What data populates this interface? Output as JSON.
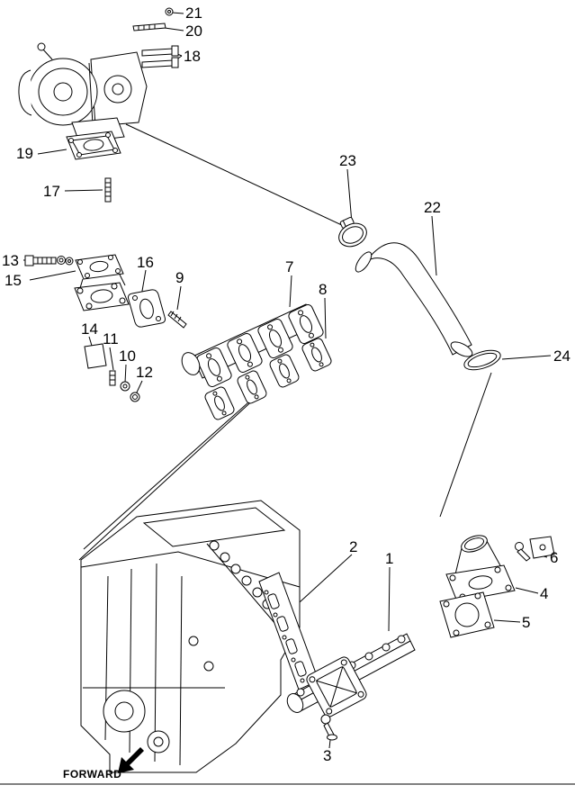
{
  "diagram": {
    "background_color": "#ffffff",
    "line_color": "#000000",
    "forward_label": "FORWARD",
    "callouts": {
      "c1": {
        "label": "1"
      },
      "c2": {
        "label": "2"
      },
      "c3": {
        "label": "3"
      },
      "c4": {
        "label": "4"
      },
      "c5": {
        "label": "5"
      },
      "c6": {
        "label": "6"
      },
      "c7": {
        "label": "7"
      },
      "c8": {
        "label": "8"
      },
      "c9": {
        "label": "9"
      },
      "c10": {
        "label": "10"
      },
      "c11": {
        "label": "11"
      },
      "c12": {
        "label": "12"
      },
      "c13": {
        "label": "13"
      },
      "c14": {
        "label": "14"
      },
      "c15": {
        "label": "15"
      },
      "c16": {
        "label": "16"
      },
      "c17": {
        "label": "17"
      },
      "c18": {
        "label": "18"
      },
      "c19": {
        "label": "19"
      },
      "c20": {
        "label": "20"
      },
      "c21": {
        "label": "21"
      },
      "c22": {
        "label": "22"
      },
      "c23": {
        "label": "23"
      },
      "c24": {
        "label": "24"
      }
    }
  }
}
